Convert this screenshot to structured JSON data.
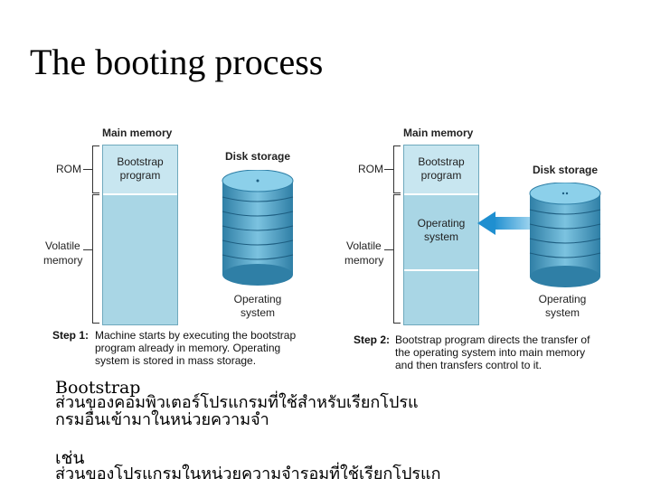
{
  "slide": {
    "title": "The booting process"
  },
  "diagram": {
    "step1": {
      "main_memory_label": "Main memory",
      "rom_label": "ROM",
      "volatile_label_line1": "Volatile",
      "volatile_label_line2": "memory",
      "bootstrap_line1": "Bootstrap",
      "bootstrap_line2": "program",
      "disk_label": "Disk storage",
      "os_line1": "Operating",
      "os_line2": "system",
      "caption_step": "Step 1:",
      "caption_line1": "Machine starts by executing the bootstrap",
      "caption_line2": "program already in memory. Operating",
      "caption_line3": "system is stored in mass storage."
    },
    "step2": {
      "main_memory_label": "Main memory",
      "rom_label": "ROM",
      "volatile_label_line1": "Volatile",
      "volatile_label_line2": "memory",
      "bootstrap_line1": "Bootstrap",
      "bootstrap_line2": "program",
      "mem_os_line1": "Operating",
      "mem_os_line2": "system",
      "disk_label": "Disk storage",
      "os_line1": "Operating",
      "os_line2": "system",
      "caption_step": "Step 2:",
      "caption_line1": "Bootstrap program directs the transfer of",
      "caption_line2": "the operating system into main memory",
      "caption_line3": "and then transfers control to it."
    }
  },
  "notes": {
    "line1": "Bootstrap",
    "line2": "ส่วนของคอมพิวเตอร์โปรแกรมที่ใช้สำหรับเรียกโปรแ",
    "line3": "กรมอื่นเข้ามาในหน่วยความจำ",
    "line4": "เช่น",
    "line5": "ส่วนของโปรแกรมในหน่วยความจำรอมที่ใช้เรียกโปรแก"
  },
  "colors": {
    "memory_fill": "#a9d6e5",
    "bootstrap_fill": "#c8e6f0",
    "disk_fill": "#5aa6c8",
    "arrow": "#2e9fd8"
  }
}
